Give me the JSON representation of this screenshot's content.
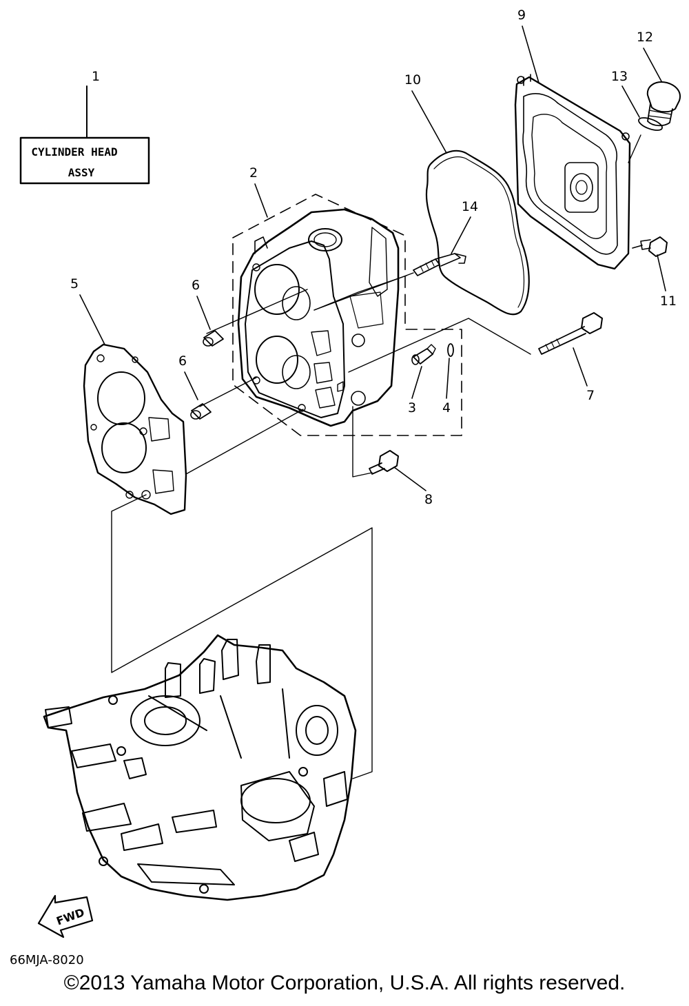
{
  "assembly_box": {
    "line1": "CYLINDER HEAD",
    "line2": "ASSY"
  },
  "callouts": [
    "1",
    "2",
    "3",
    "4",
    "5",
    "6",
    "6",
    "7",
    "8",
    "9",
    "10",
    "11",
    "12",
    "13",
    "14"
  ],
  "direction_label": "FWD",
  "diagram_code": "66MJA-8020",
  "copyright": "©2013 Yamaha Motor Corporation, U.S.A. All rights reserved."
}
